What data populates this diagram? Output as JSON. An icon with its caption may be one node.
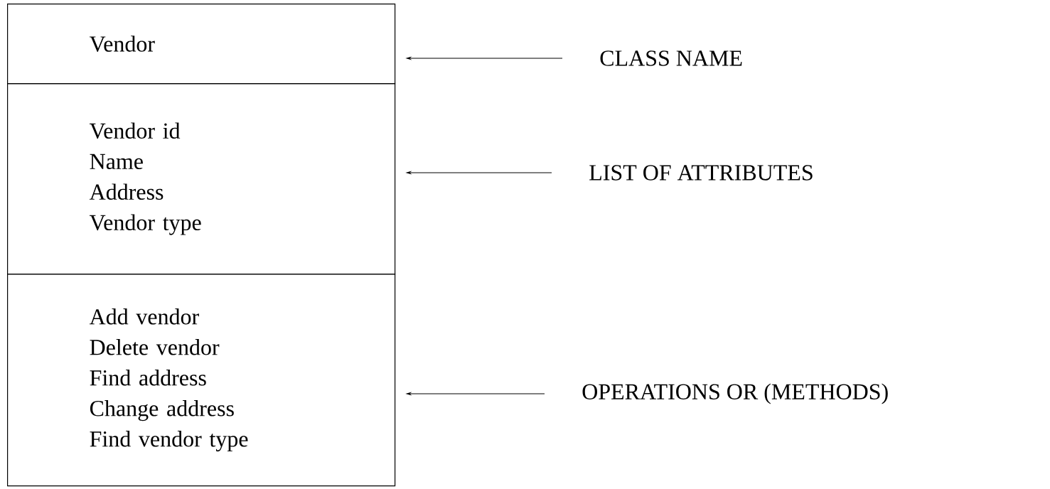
{
  "diagram": {
    "nodes": [
      {
        "text": [
          "Vendor"
        ]
      },
      {
        "text": [
          "Vendor id",
          "Name",
          "Address",
          "Vendor type"
        ]
      },
      {
        "text": [
          "Add vendor",
          "Delete vendor",
          "Find address",
          "Change address",
          "Find vendor type"
        ]
      },
      {
        "text": [
          "CLASS NAME"
        ]
      },
      {
        "text": [
          "LIST OF ATTRIBUTES"
        ]
      },
      {
        "text": [
          "OPERATIONS OR (METHODS)"
        ]
      }
    ],
    "edges": [
      {
        "from": 3,
        "to": 0,
        "arrow": "to"
      },
      {
        "from": 4,
        "to": 1,
        "arrow": "to"
      },
      {
        "from": 5,
        "to": 2,
        "arrow": "to"
      }
    ]
  }
}
